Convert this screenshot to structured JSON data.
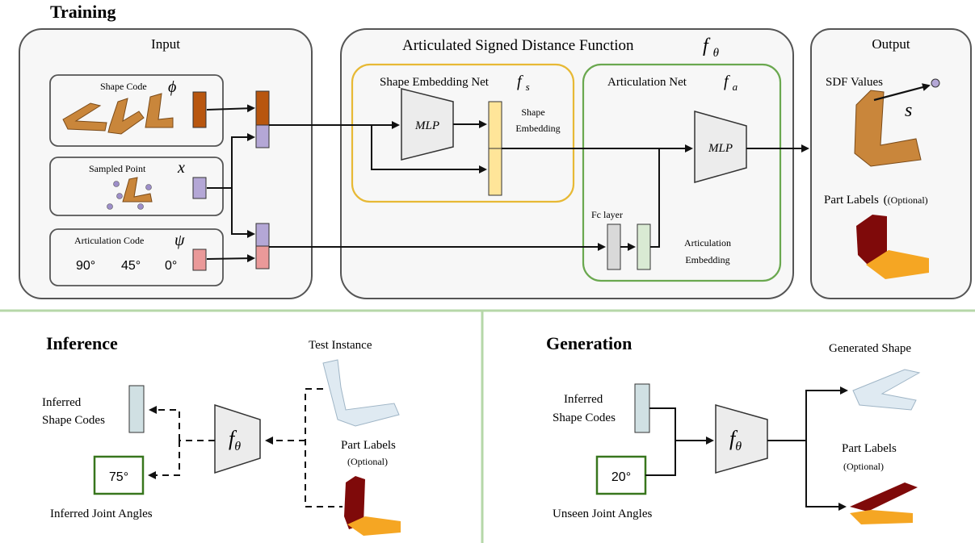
{
  "training": {
    "title": "Training",
    "input": {
      "title": "Input",
      "shape_code_label": "Shape Code",
      "shape_code_symbol": "ϕ",
      "sampled_point_label": "Sampled Point",
      "sampled_point_symbol": "x",
      "articulation_code_label": "Articulation Code",
      "articulation_code_symbol": "ψ",
      "angles": [
        "90°",
        "45°",
        "0°"
      ]
    },
    "asdf": {
      "title": "Articulated Signed Distance Function",
      "title_symbol": "f",
      "title_symbol_sub": "θ",
      "shape_net": {
        "title": "Shape Embedding Net",
        "symbol": "f",
        "symbol_sub": "s",
        "mlp_label": "MLP",
        "embedding_label_1": "Shape",
        "embedding_label_2": "Embedding"
      },
      "art_net": {
        "title": "Articulation Net",
        "symbol": "f",
        "symbol_sub": "a",
        "mlp_label": "MLP",
        "fc_label": "Fc layer",
        "embedding_label_1": "Articulation",
        "embedding_label_2": "Embedding"
      }
    },
    "output": {
      "title": "Output",
      "sdf_label": "SDF Values",
      "sdf_symbol": "s",
      "part_labels": "Part Labels",
      "optional": "(Optional)"
    }
  },
  "inference": {
    "title": "Inference",
    "test_instance": "Test Instance",
    "inferred_shape_1": "Inferred",
    "inferred_shape_2": "Shape Codes",
    "angle": "75°",
    "inferred_angles": "Inferred Joint Angles",
    "f_symbol": "f",
    "f_sub": "θ",
    "part_labels": "Part Labels",
    "optional": "(Optional)"
  },
  "generation": {
    "title": "Generation",
    "generated_shape": "Generated Shape",
    "inferred_shape_1": "Inferred",
    "inferred_shape_2": "Shape Codes",
    "angle": "20°",
    "unseen_angles": "Unseen Joint Angles",
    "f_symbol": "f",
    "f_sub": "θ",
    "part_labels": "Part Labels",
    "optional": "(Optional)"
  },
  "colors": {
    "panel_fill": "#f7f7f7",
    "panel_stroke": "#555555",
    "shape_net_stroke": "#e7b935",
    "art_net_stroke": "#6aa84f",
    "shape_code": "#b8560f",
    "point_code": "#b4a7d6",
    "art_code": "#ea9999",
    "shape_embed": "#ffe599",
    "art_embed": "#d9ead3",
    "fc_gray": "#d9d9d9",
    "inferred_code": "#d0e0e3",
    "angle_box": "#38761d",
    "divider": "#b6d7a8",
    "wood": "#c9863b",
    "part_red": "#7f0a0a",
    "part_orange": "#f5a623",
    "laptop": "#dfeaf2"
  }
}
